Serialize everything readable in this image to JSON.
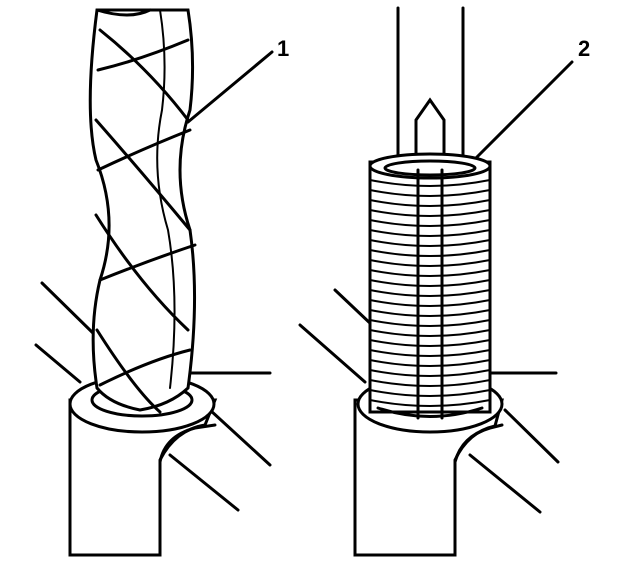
{
  "diagram": {
    "callouts": [
      {
        "id": "1",
        "label": "1",
        "refers_to": "twist-drill-bit"
      },
      {
        "id": "2",
        "label": "2",
        "refers_to": "thread-repair-insert-tool"
      }
    ],
    "colors": {
      "line": "#000000",
      "background": "#ffffff"
    }
  }
}
